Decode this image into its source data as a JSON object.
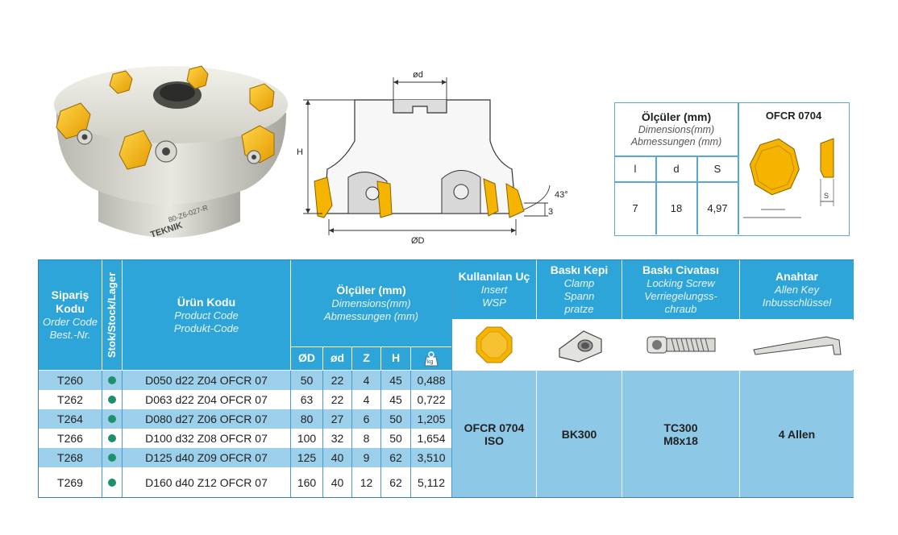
{
  "drawing": {
    "label_od_small": "ød",
    "label_od_big": "ØD",
    "label_h": "H",
    "label_angle": "43°",
    "label_three": "3",
    "body_engraving": "80-Z6-027-R",
    "brand": "TEKNIK"
  },
  "dims_box": {
    "title": "Ölçüler (mm)",
    "title_en": "Dimensions(mm)",
    "title_de": "Abmessungen (mm)",
    "insert_title": "OFCR 0704",
    "cols": [
      "l",
      "d",
      "S"
    ],
    "values": [
      "7",
      "18",
      "4,97"
    ],
    "label_s": "S"
  },
  "table": {
    "headers": {
      "order_code": {
        "tr": "Sipariş Kodu",
        "en": "Order Code",
        "de": "Best.-Nr."
      },
      "stock": "Stok/Stock/Lager",
      "product_code": {
        "tr": "Ürün Kodu",
        "en": "Product Code",
        "de": "Produkt-Code"
      },
      "dimensions": {
        "tr": "Ölçüler (mm)",
        "en": "Dimensions(mm)",
        "de": "Abmessungen (mm)"
      },
      "dim_cols": [
        "ØD",
        "ød",
        "Z",
        "H"
      ],
      "weight_icon": "kg",
      "insert": {
        "tr": "Kullanılan Uç",
        "en": "Insert",
        "de": "WSP"
      },
      "clamp": {
        "tr": "Baskı Kepi",
        "en": "Clamp",
        "de1": "Spann",
        "de2": "pratze"
      },
      "screw": {
        "tr": "Baskı Civatası",
        "en": "Locking Screw",
        "de1": "Verriegelungss-",
        "de2": "chraub"
      },
      "key": {
        "tr": "Anahtar",
        "en": "Allen Key",
        "de": "Inbusschlüssel"
      }
    },
    "rows": [
      {
        "code": "T260",
        "product": "D050 d22 Z04 OFCR 07",
        "D": "50",
        "d": "22",
        "Z": "4",
        "H": "45",
        "kg": "0,488"
      },
      {
        "code": "T262",
        "product": "D063 d22 Z04 OFCR 07",
        "D": "63",
        "d": "22",
        "Z": "4",
        "H": "45",
        "kg": "0,722"
      },
      {
        "code": "T264",
        "product": "D080 d27 Z06 OFCR 07",
        "D": "80",
        "d": "27",
        "Z": "6",
        "H": "50",
        "kg": "1,205"
      },
      {
        "code": "T266",
        "product": "D100 d32 Z08 OFCR 07",
        "D": "100",
        "d": "32",
        "Z": "8",
        "H": "50",
        "kg": "1,654"
      },
      {
        "code": "T268",
        "product": "D125 d40 Z09 OFCR 07",
        "D": "125",
        "d": "40",
        "Z": "9",
        "H": "62",
        "kg": "3,510"
      },
      {
        "code": "T269",
        "product": "D160 d40 Z12 OFCR 07",
        "D": "160",
        "d": "40",
        "Z": "12",
        "H": "62",
        "kg": "5,112"
      }
    ],
    "merged": {
      "insert_line1": "OFCR 0704",
      "insert_line2": "ISO",
      "clamp": "BK300",
      "screw_line1": "TC300",
      "screw_line2": "M8x18",
      "key": "4 Allen"
    }
  },
  "colors": {
    "header_blue": "#2ea5d8",
    "row_blue": "#9cd0ea",
    "merged_blue": "#8dc8e6",
    "insert_yellow": "#f4b400",
    "stock_green": "#1d8f6e"
  }
}
